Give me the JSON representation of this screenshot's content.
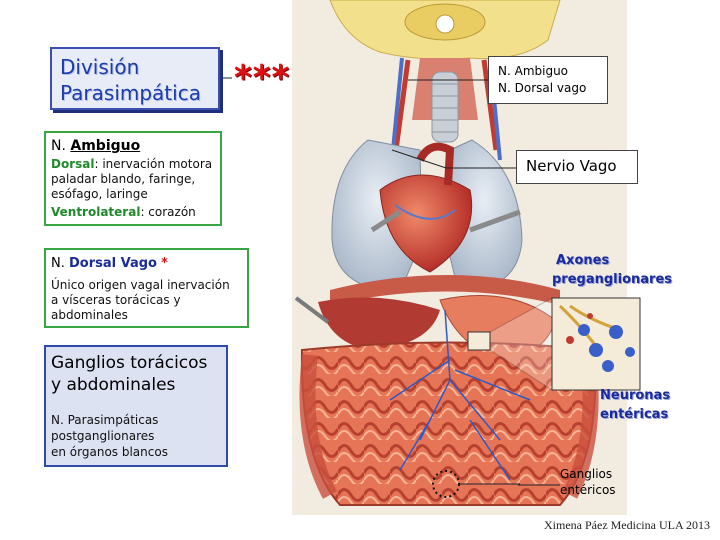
{
  "title": {
    "line1": "División",
    "line2": "Parasimpática"
  },
  "stars": "***",
  "ambiguo": {
    "heading_prefix": "N. ",
    "heading_name": "Ambiguo",
    "dorsal_kw": "Dorsal",
    "dorsal_rest": ": inervación motora",
    "line2": "paladar blando, faringe,",
    "line3": "esófago, laringe",
    "ventro_kw": "Ventrolateral",
    "ventro_rest": ": corazón"
  },
  "dorsal": {
    "heading_prefix": "N. ",
    "heading_name": "Dorsal Vago",
    "asterisk": "*",
    "line1": "Único origen vagal inervación",
    "line2": "a vísceras torácicas y",
    "line3": "abdominales"
  },
  "ganglios": {
    "big1": "Ganglios torácicos",
    "big2": "y abdominales",
    "line1": "N. Parasimpáticas",
    "line2": "postganglionares",
    "line3": "en órganos blancos"
  },
  "right": {
    "nucleos1": "N. Ambiguo",
    "nucleos2": "N. Dorsal vago",
    "nervio": "Nervio Vago",
    "axones1": "Axones",
    "axones2": "preganglionares",
    "neuronas1": "Neuronas",
    "neuronas2": "entéricas",
    "gang1": "Ganglios",
    "gang2": "entéricos"
  },
  "credit": "Ximena Páez Medicina ULA 2013",
  "colors": {
    "title_blue": "#1c3caa",
    "box_green": "#39a544",
    "label_blue": "#1b2b9a",
    "stars_red": "#d11111"
  }
}
